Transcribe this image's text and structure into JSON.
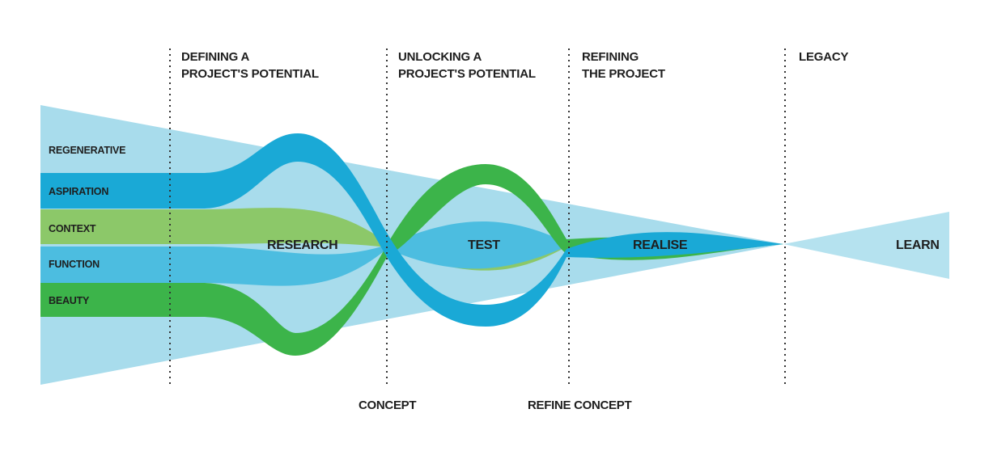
{
  "phases": [
    {
      "line1": "DEFINING A",
      "line2": "PROJECT'S POTENTIAL"
    },
    {
      "line1": "UNLOCKING A",
      "line2": "PROJECT'S POTENTIAL"
    },
    {
      "line1": "REFINING",
      "line2": "THE PROJECT"
    },
    {
      "line1": "LEGACY",
      "line2": ""
    }
  ],
  "bands": [
    "REGENERATIVE",
    "ASPIRATION",
    "CONTEXT",
    "FUNCTION",
    "BEAUTY"
  ],
  "stages": [
    "RESEARCH",
    "TEST",
    "REALISE",
    "LEARN"
  ],
  "milestones": [
    "CONCEPT",
    "REFINE CONCEPT"
  ],
  "colors": {
    "light_blue": "#a8dcec",
    "blue": "#1aa9d6",
    "light_green": "#8cc869",
    "green": "#3cb44a",
    "mid_blue": "#4cbde0"
  }
}
